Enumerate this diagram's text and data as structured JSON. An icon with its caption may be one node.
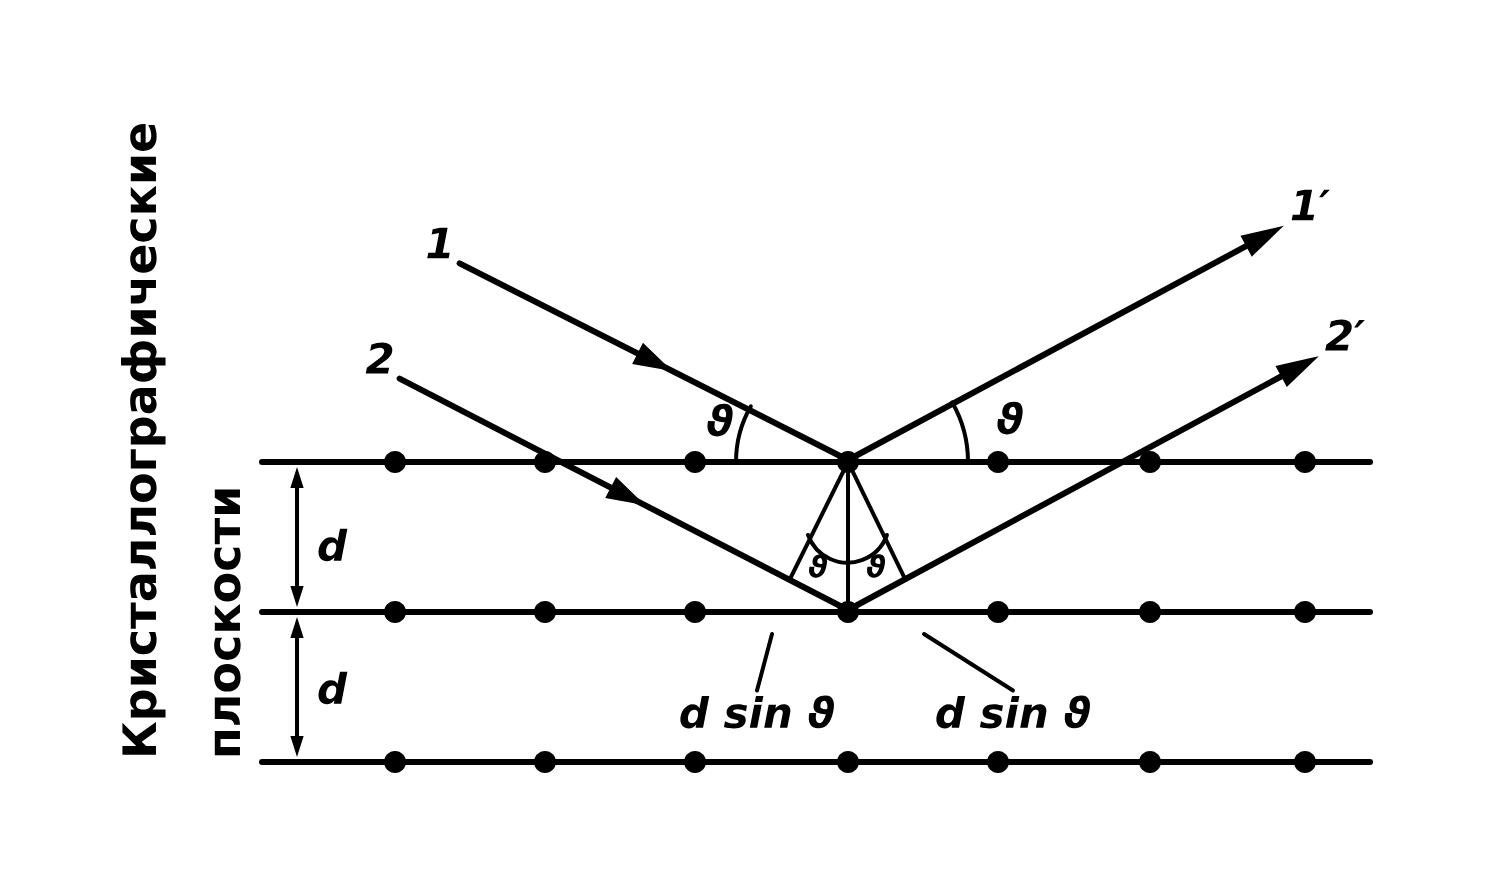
{
  "diagram": {
    "nodes": [
      {
        "text": [
          "1"
        ]
      },
      {
        "text": [
          "1′"
        ]
      },
      {
        "text": [
          "2"
        ]
      },
      {
        "text": [
          "2′"
        ]
      },
      {
        "text": [
          "d sin ϑ"
        ]
      },
      {
        "text": [
          "d sin ϑ"
        ]
      }
    ],
    "edges": [
      {
        "from": 0,
        "to": 1,
        "arrow": "to"
      },
      {
        "from": 2,
        "to": 3,
        "arrow": "to"
      },
      {
        "from": 4,
        "to": null,
        "arrow": "none"
      },
      {
        "from": 5,
        "to": null,
        "arrow": "none"
      }
    ],
    "labels": [
      "Кристаллографические плоскости",
      "ϑ",
      "ϑ",
      "ϑ",
      "ϑ",
      "d",
      "d"
    ]
  }
}
